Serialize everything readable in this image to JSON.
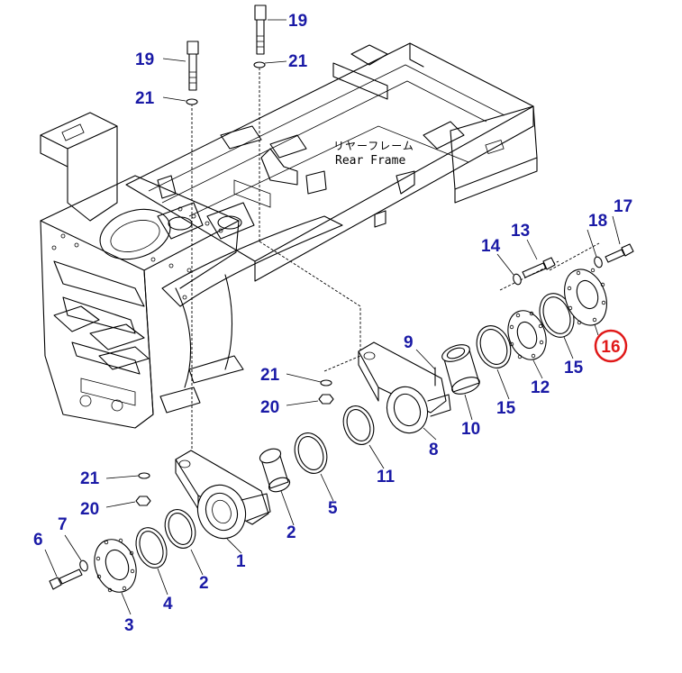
{
  "frame_label": {
    "jp": "リヤーフレーム",
    "en": "Rear Frame"
  },
  "callouts": {
    "p1": "1",
    "p2a": "2",
    "p2b": "2",
    "p3": "3",
    "p4": "4",
    "p5": "5",
    "p6": "6",
    "p7": "7",
    "p8": "8",
    "p9": "9",
    "p10": "10",
    "p11": "11",
    "p12": "12",
    "p13": "13",
    "p14": "14",
    "p15a": "15",
    "p15b": "15",
    "p16": "16",
    "p17": "17",
    "p18": "18",
    "p19a": "19",
    "p19b": "19",
    "p20a": "20",
    "p20b": "20",
    "p21a": "21",
    "p21b": "21",
    "p21c": "21",
    "p21d": "21"
  },
  "highlight": {
    "part": "16",
    "color": "#e01919"
  },
  "callout_color": "#1a1aa6"
}
